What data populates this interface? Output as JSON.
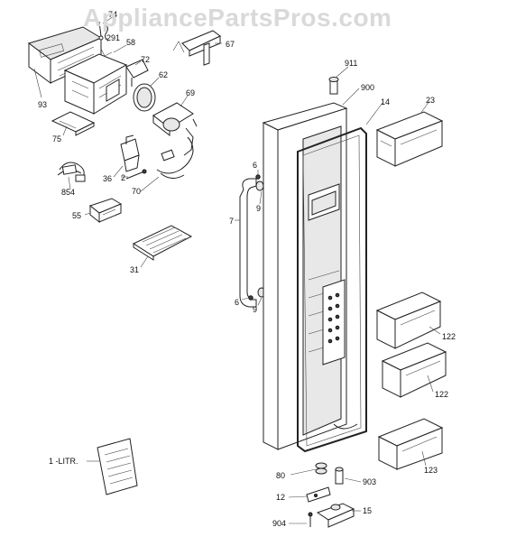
{
  "watermark": "AppliancePartsPros.com",
  "callouts": {
    "c74": "74",
    "c291": "291",
    "c58": "58",
    "c67": "67",
    "c72": "72",
    "c62": "62",
    "c93": "93",
    "c69": "69",
    "c75": "75",
    "c36": "36",
    "c2": "2",
    "c70": "70",
    "c854": "854",
    "c55": "55",
    "c31": "31",
    "c911": "911",
    "c900": "900",
    "c14": "14",
    "c23": "23",
    "c6a": "6",
    "c9a": "9",
    "c7": "7",
    "c6b": "6",
    "c9b": "9",
    "c122a": "122",
    "c122b": "122",
    "c123": "123",
    "c1litr": "1 -LITR.",
    "c80": "80",
    "c903": "903",
    "c12": "12",
    "c15": "15",
    "c904": "904"
  }
}
